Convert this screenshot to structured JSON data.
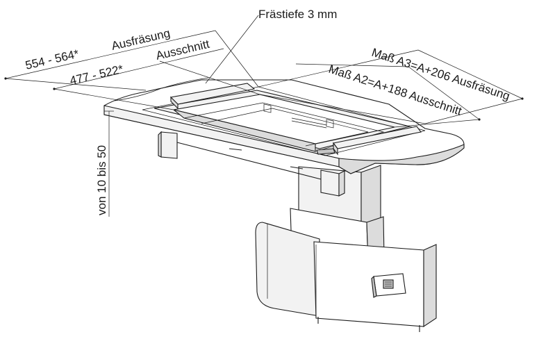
{
  "labels": {
    "milling_depth": "Frästiefe 3 mm",
    "milling_width": "554 - 564*",
    "milling_word": "Ausfräsung",
    "cutout_width": "477 - 522*",
    "cutout_word": "Ausschnitt",
    "dim_a3": "Maß A3=A+206 Ausfräsung",
    "dim_a2": "Maß A2=A+188 Ausschnitt",
    "thickness": "von 10 bis 50"
  }
}
